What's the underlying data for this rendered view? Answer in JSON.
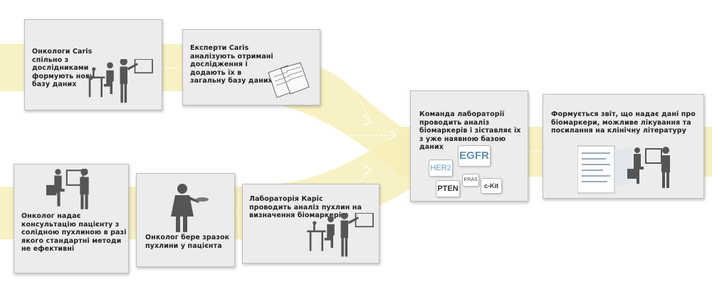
{
  "steps": {
    "s1": "Онкологи Caris спільно з дослідниками формують нову базу даних",
    "s2": "Експерти Caris аналізують отримані дослідження і додають їх в загальну базу даних",
    "s3": "Онколог надає консультацію пацієнту з солідною пухлиною в разі якого стандартні методи не ефективні",
    "s4": "Онколог бере зразок пухлини у пацієнта",
    "s5": "Лабораторія Каріс проводить аналіз пухлин на визначення біомаркерів",
    "s6": "Команда лабораторії проводить аналіз біомаркерів і зіставляє їх з уже наявною базою даних",
    "s7": "Формується звіт, що надає дані про біомаркери, можливе лікування та посилання на клінічну літературу"
  },
  "biomarkers": {
    "her2": "HER2",
    "egfr": "EGFR",
    "kras": "KRAS",
    "pten": "PTEN",
    "ckit": "c-Kit"
  },
  "colors": {
    "flow": "#f6eeb9",
    "card": "#ececec",
    "icon": "#555555",
    "egfr": "#5a8fb0",
    "her2": "#6a9ec0"
  },
  "icons": [
    "researchers-icon",
    "documents-icon",
    "consultation-icon",
    "doctor-icon",
    "lab-icon",
    "biomarkers-icon",
    "report-icon"
  ]
}
